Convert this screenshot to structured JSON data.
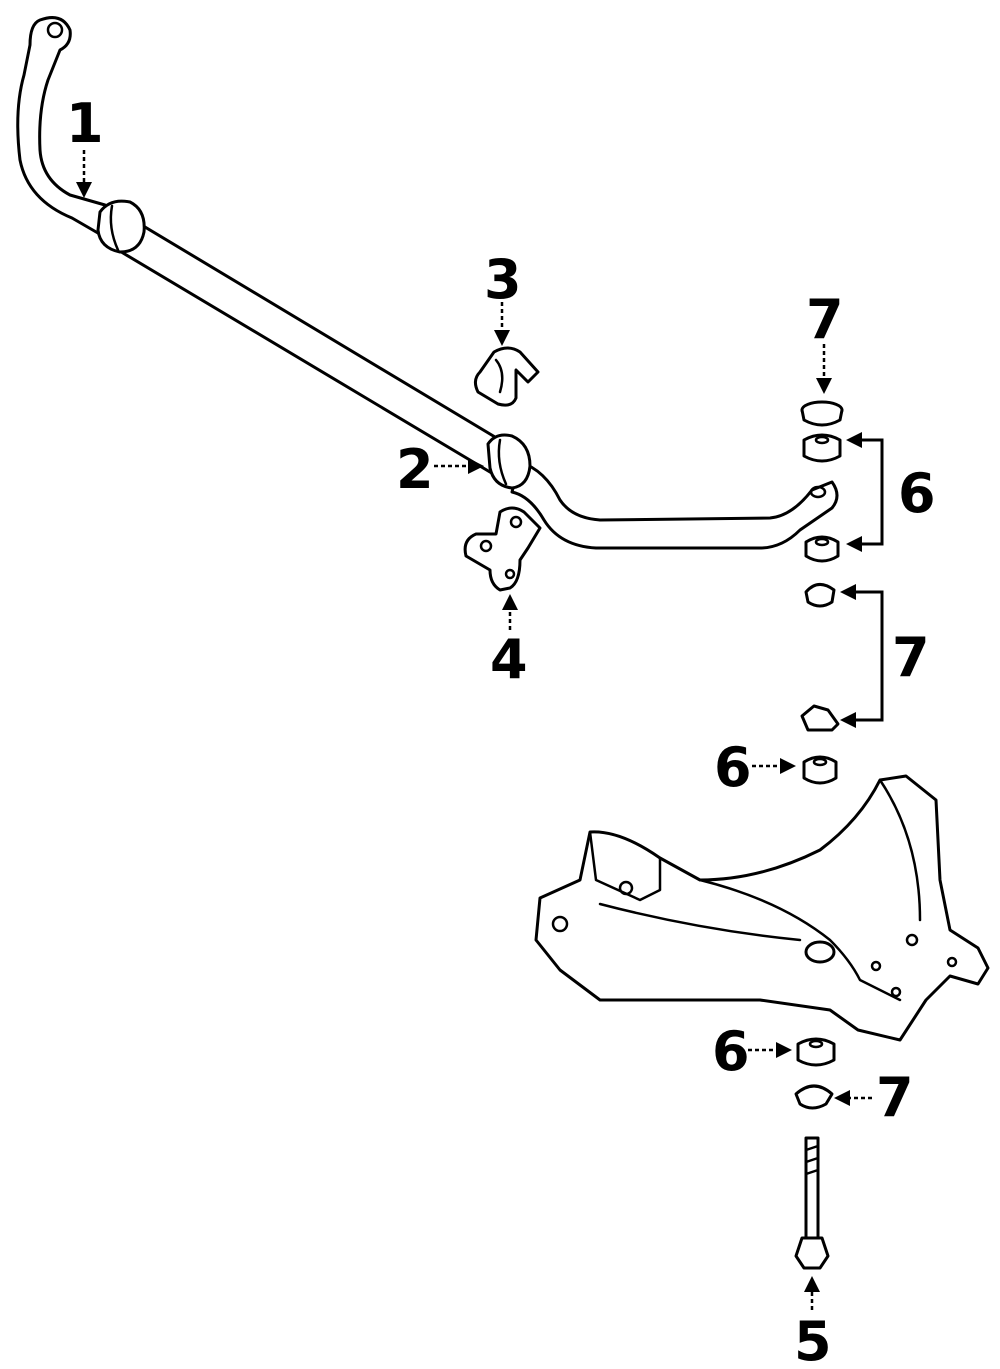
{
  "diagram": {
    "callouts": [
      {
        "id": "c1",
        "label": "1"
      },
      {
        "id": "c2",
        "label": "2"
      },
      {
        "id": "c3",
        "label": "3"
      },
      {
        "id": "c4",
        "label": "4"
      },
      {
        "id": "c5",
        "label": "5"
      },
      {
        "id": "c6a",
        "label": "6"
      },
      {
        "id": "c6b",
        "label": "6"
      },
      {
        "id": "c6c",
        "label": "6"
      },
      {
        "id": "c7a",
        "label": "7"
      },
      {
        "id": "c7b",
        "label": "7"
      },
      {
        "id": "c7c",
        "label": "7"
      }
    ]
  }
}
